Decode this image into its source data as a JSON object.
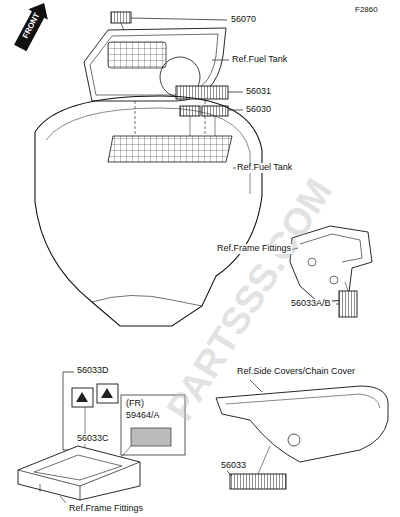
{
  "diagram": {
    "labels": [
      "F2860",
      "FRONT",
      "56070",
      "Ref.Fuel Tank",
      "56031",
      "56030",
      "Ref.Fuel Tank",
      "56033D",
      "Ref.Frame Fittings",
      "56033A/B",
      "56033C",
      "(FR)",
      "59464/A",
      "Ref.Side Covers/Chain Cover",
      "56033",
      "Ref.Frame Fittings",
      "PARTSSS.COM"
    ]
  }
}
